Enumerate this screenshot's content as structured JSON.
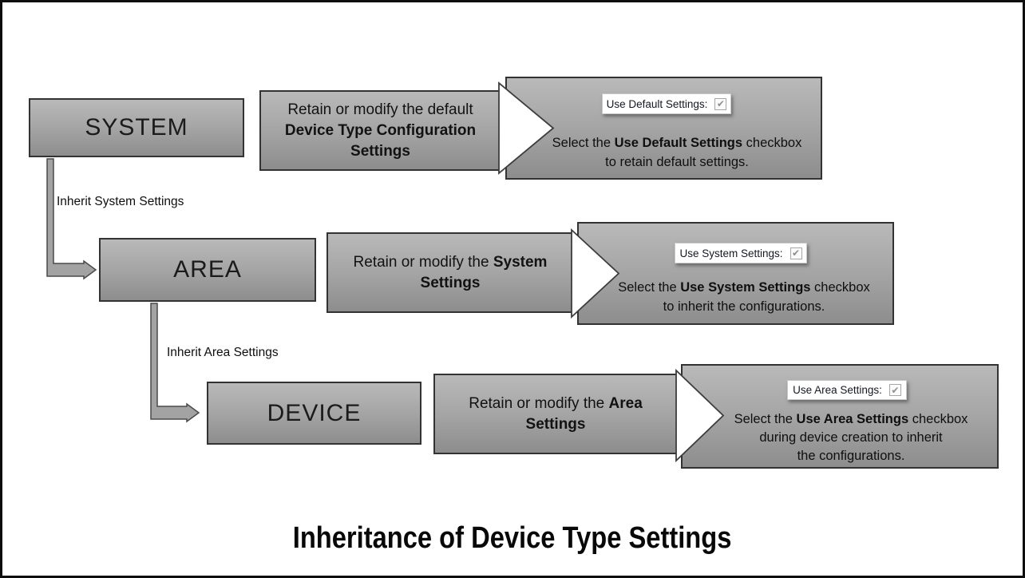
{
  "title": "Inheritance of Device Type Settings",
  "colors": {
    "box_gradient_top": "#b9b9b9",
    "box_gradient_bottom": "#8d8d8d",
    "box_border": "#333333",
    "chevron_fill": "#ffffff",
    "arrow_fill": "#a3a3a3",
    "arrow_outline": "#4a4a4a",
    "strip_background": "#ffffff",
    "checkbox_label_color": "#15181f",
    "checkbox_check_color": "#8f8f8f",
    "text_color": "#141414"
  },
  "checkbox_glyph": "✔",
  "levels": [
    {
      "name": "SYSTEM",
      "action_lines": [
        [
          {
            "t": "Retain or modify the default"
          }
        ],
        [
          {
            "t": "Device Type Configuration",
            "b": true
          }
        ],
        [
          {
            "t": "Settings",
            "b": true
          }
        ]
      ],
      "checkbox_label": "Use Default Settings:",
      "checkbox_checked": true,
      "caption_lines": [
        [
          {
            "t": "Select the "
          },
          {
            "t": "Use Default Settings",
            "b": true
          },
          {
            "t": " checkbox"
          }
        ],
        [
          {
            "t": "to retain default settings."
          }
        ]
      ]
    },
    {
      "name": "AREA",
      "action_lines": [
        [
          {
            "t": "Retain or modify the "
          },
          {
            "t": "System",
            "b": true
          }
        ],
        [
          {
            "t": "Settings",
            "b": true
          }
        ]
      ],
      "checkbox_label": "Use System Settings:",
      "checkbox_checked": true,
      "caption_lines": [
        [
          {
            "t": "Select the "
          },
          {
            "t": "Use System Settings",
            "b": true
          },
          {
            "t": " checkbox"
          }
        ],
        [
          {
            "t": "to inherit the configurations."
          }
        ]
      ]
    },
    {
      "name": "DEVICE",
      "action_lines": [
        [
          {
            "t": "Retain or modify the "
          },
          {
            "t": "Area",
            "b": true
          }
        ],
        [
          {
            "t": "Settings",
            "b": true
          }
        ]
      ],
      "checkbox_label": "Use Area Settings:",
      "checkbox_checked": true,
      "caption_lines": [
        [
          {
            "t": "Select the "
          },
          {
            "t": "Use Area Settings",
            "b": true
          },
          {
            "t": " checkbox"
          }
        ],
        [
          {
            "t": "during device creation to inherit"
          }
        ],
        [
          {
            "t": "the configurations."
          }
        ]
      ]
    }
  ],
  "connectors": [
    {
      "label": "Inherit System Settings"
    },
    {
      "label": "Inherit Area Settings"
    }
  ]
}
